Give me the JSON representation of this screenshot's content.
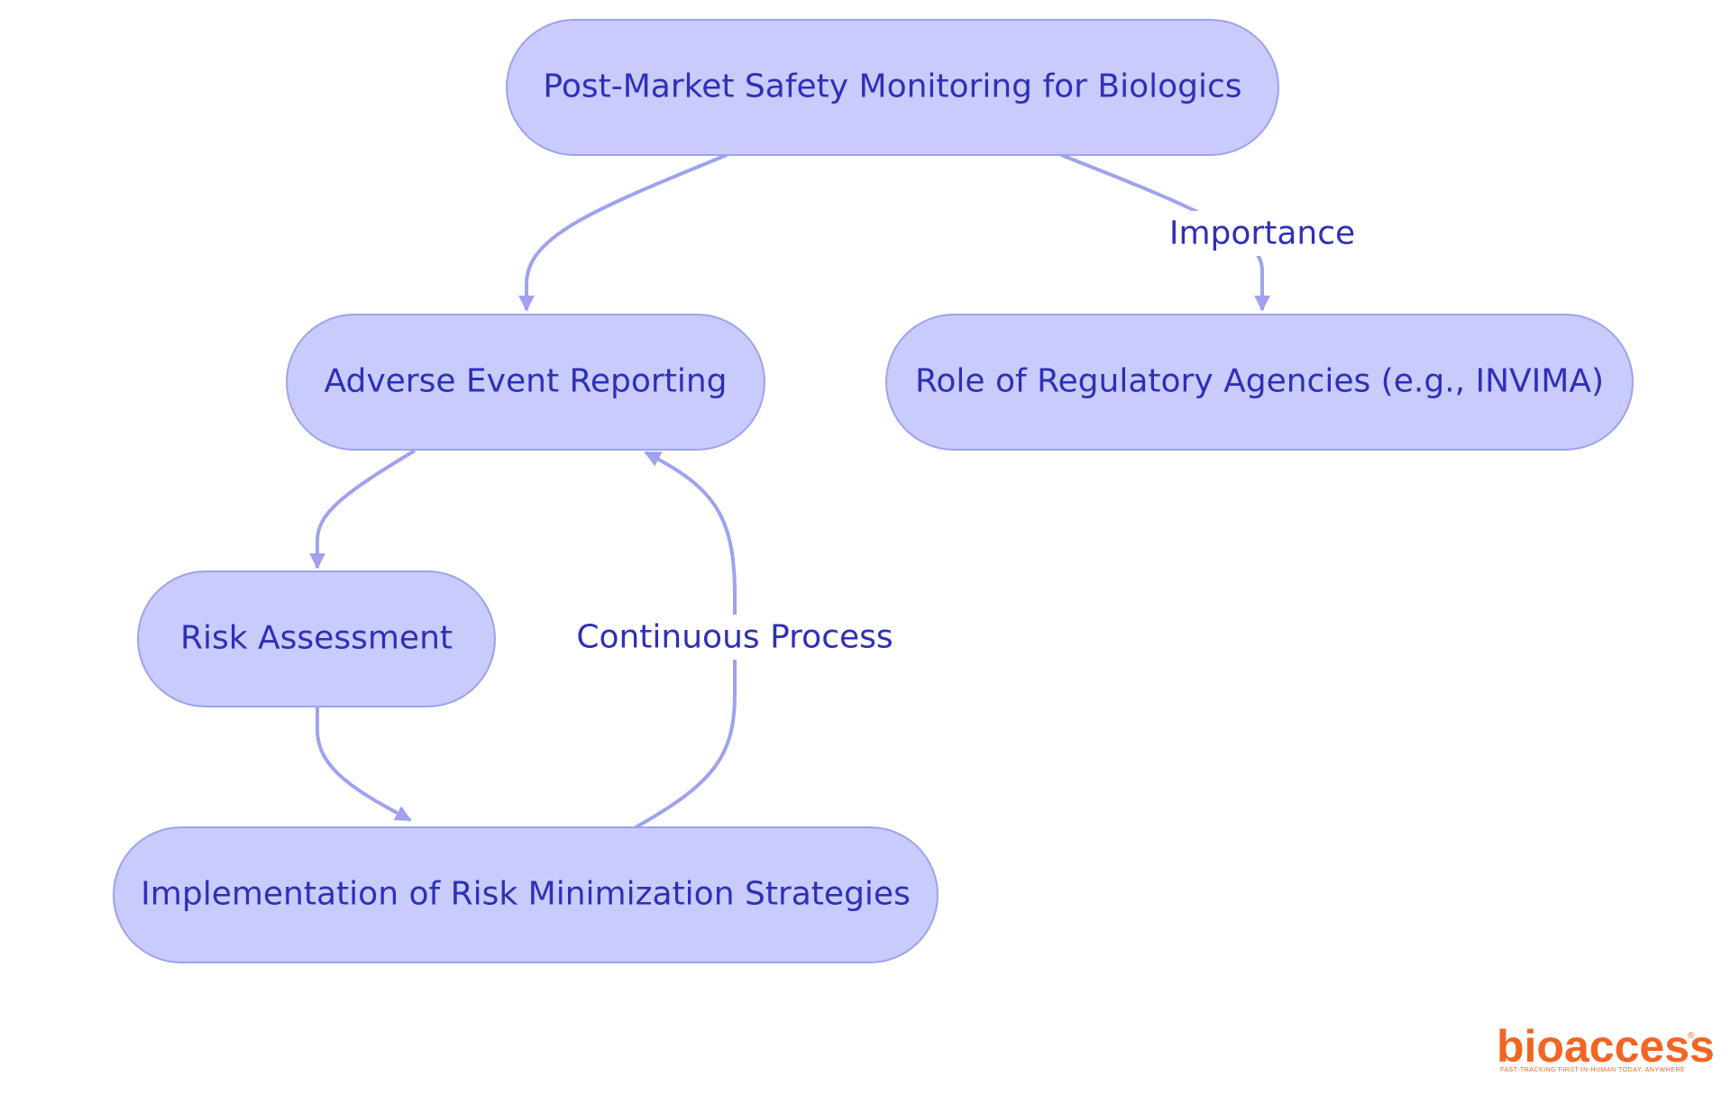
{
  "colors": {
    "node_fill": "#c8cbfc",
    "node_stroke": "#9ea2ef",
    "edge": "#9ea2ef",
    "text": "#2f2fb8",
    "logo": "#f26522"
  },
  "nodes": {
    "root": "Post-Market Safety Monitoring for Biologics",
    "adverse": "Adverse Event Reporting",
    "regulatory": "Role of Regulatory Agencies (e.g., INVIMA)",
    "risk": "Risk Assessment",
    "implementation": "Implementation of Risk Minimization Strategies"
  },
  "edges": {
    "importance_label": "Importance",
    "continuous_label": "Continuous Process"
  },
  "logo": {
    "name": "bioaccess",
    "registered": "®",
    "tagline": "FAST-TRACKING FIRST-IN-HUMAN TODAY, ANYWHERE"
  }
}
